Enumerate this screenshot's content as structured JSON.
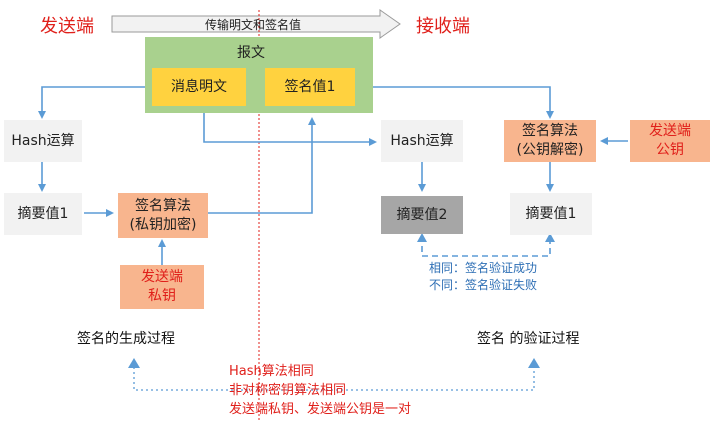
{
  "sender_title": "发送端",
  "receiver_title": "接收端",
  "banner": "传输明文和签名值",
  "message": {
    "title": "报文",
    "plaintext": "消息明文",
    "signature": "签名值1"
  },
  "sign_side": {
    "hash": "Hash运算",
    "digest": "摘要值1",
    "algo_line1": "签名算法",
    "algo_line2": "(私钥加密)",
    "key_line1": "发送端",
    "key_line2": "私钥",
    "caption": "签名的生成过程"
  },
  "verify_side": {
    "hash": "Hash运算",
    "digest2": "摘要值2",
    "algo_line1": "签名算法",
    "algo_line2": "(公钥解密)",
    "key_line1": "发送端",
    "key_line2": "公钥",
    "digest1": "摘要值1",
    "result_same": "相同：签名验证成功",
    "result_diff": "不同：签名验证失败",
    "caption": "签名 的验证过程"
  },
  "notes": {
    "line1": "Hash算法相同",
    "line2": "非对称密钥算法相同",
    "line3": "发送端私钥、发送端公钥是一对"
  },
  "colors": {
    "red": "#e0201b",
    "blue_line": "#5b9bd5",
    "green_box": "#a9d18e",
    "yellow_box": "#ffd23f",
    "orange_box": "#f8b58e",
    "gray_box": "#f2f2f2",
    "dark_gray_box": "#a6a6a6"
  }
}
